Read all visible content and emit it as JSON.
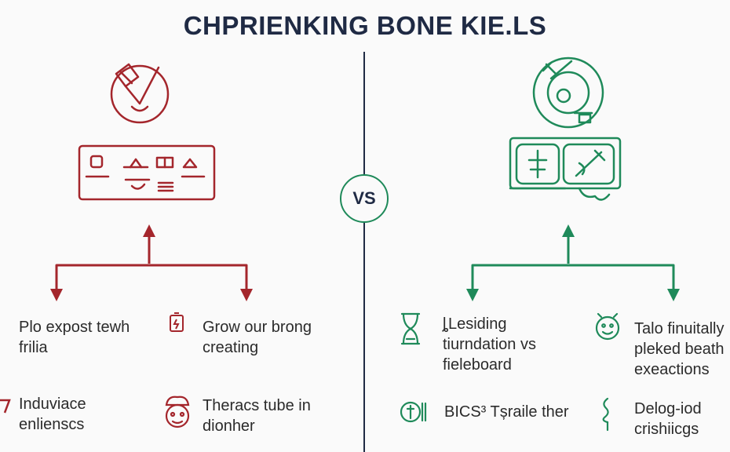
{
  "title": "CHPRIENKING BONE KIE.LS",
  "vs_label": "VS",
  "colors": {
    "left_accent": "#a4262c",
    "right_accent": "#1f8a5a",
    "title": "#1f2a44"
  },
  "left": {
    "items": [
      {
        "icon": "none",
        "line1": "Plo expost tewh",
        "line2": "frilia"
      },
      {
        "icon": "battery-icon",
        "line1": "Grow our brong",
        "line2": "creating"
      },
      {
        "icon": "check-mark-icon",
        "line1": "Induviace",
        "line2": "enlienscs"
      },
      {
        "icon": "face-icon",
        "line1": "Theracs tube in",
        "line2": "dionher"
      }
    ]
  },
  "right": {
    "items": [
      {
        "icon": "hourglass-icon",
        "line1": "ȴLesiding",
        "line2": "tiurndation vs",
        "line3": "fieleboard"
      },
      {
        "icon": "smiley-icon",
        "line1": "Talo finuitally",
        "line2": "pleked beath",
        "line3": "exeactions"
      },
      {
        "icon": "tools-icon",
        "line1": "BICS³ Tșraile ther"
      },
      {
        "icon": "hook-icon",
        "line1": "Delog-iod",
        "line2": "crishiicgs"
      }
    ]
  }
}
